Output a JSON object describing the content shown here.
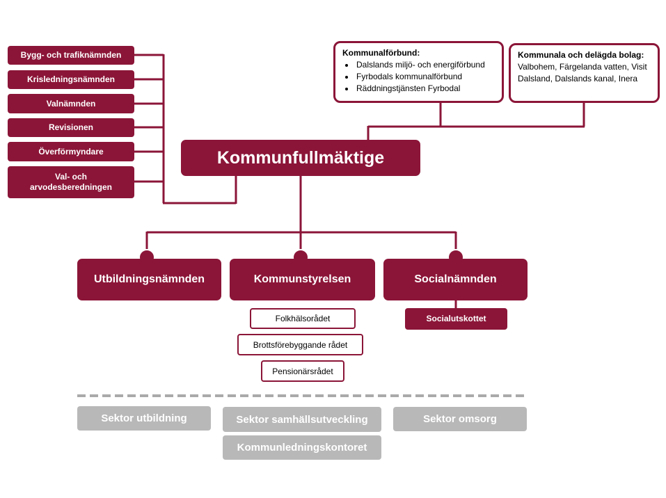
{
  "left_boards": [
    "Bygg- och trafiknämnden",
    "Krisledningsnämnden",
    "Valnämnden",
    "Revisionen",
    "Överförmyndare",
    "Val- och arvodesberedningen"
  ],
  "kommunalforbund": {
    "title": "Kommunalförbund:",
    "items": [
      "Dalslands miljö- och energiförbund",
      "Fyrbodals kommunalförbund",
      "Räddningstjänsten Fyrbodal"
    ]
  },
  "bolag": {
    "title": "Kommunala och delägda bolag:",
    "text": "Valbohem, Färgelanda vatten, Visit Dalsland, Dalslands kanal, Inera"
  },
  "kommunfullmaktige": "Kommunfullmäktige",
  "mid_boards": [
    "Utbildningsnämnden",
    "Kommunstyrelsen",
    "Socialnämnden"
  ],
  "ks_councils": [
    "Folkhälsorådet",
    "Brottsförebyggande rådet",
    "Pensionärsrådet"
  ],
  "socialutskottet": "Socialutskottet",
  "sectors": {
    "utbildning": "Sektor utbildning",
    "samhallsutveckling": "Sektor samhällsutveckling",
    "omsorg": "Sektor omsorg",
    "kommunledning": "Kommunledningskontoret"
  },
  "colors": {
    "accent": "#8b1538",
    "sector_grey": "#b8b8b8",
    "divider": "#aaaaaa"
  }
}
